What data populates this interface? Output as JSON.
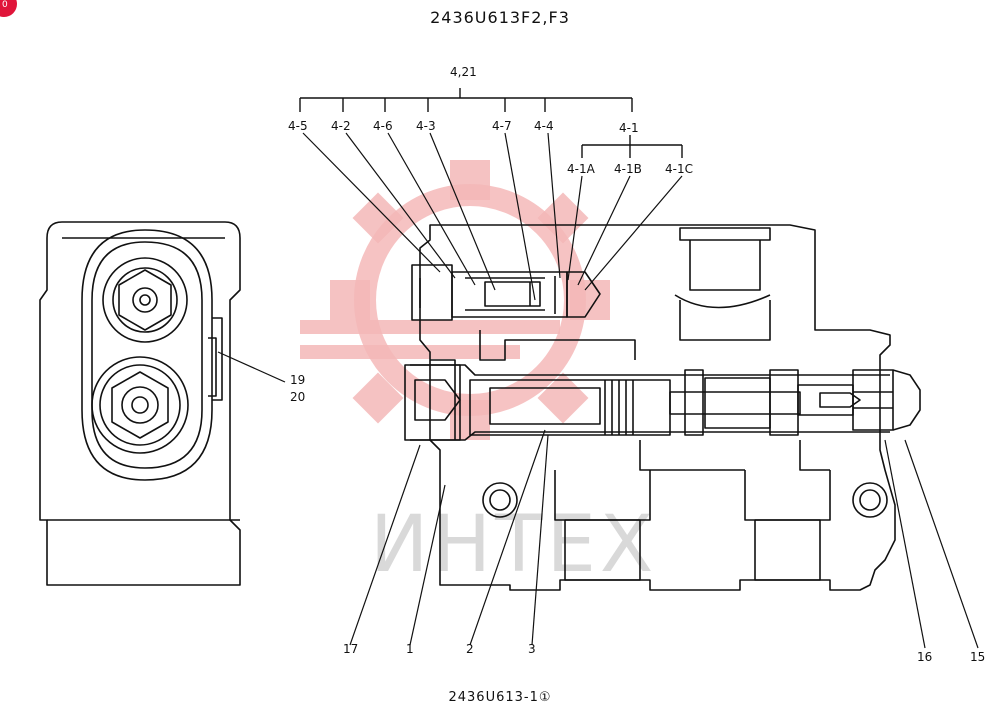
{
  "title": "2436U613F2,F3",
  "footer": "2436U613-1①",
  "watermark": {
    "text": "ИНТЕХ",
    "logo_color": "#f4b8b8",
    "text_color": "#d9d9d9"
  },
  "badge": {
    "text": "0",
    "color": "#e0153a"
  },
  "labels": {
    "group_4_21": "4,21",
    "l_4_5": "4-5",
    "l_4_2": "4-2",
    "l_4_6": "4-6",
    "l_4_3": "4-3",
    "l_4_7": "4-7",
    "l_4_4": "4-4",
    "l_4_1": "4-1",
    "l_4_1A": "4-1A",
    "l_4_1B": "4-1B",
    "l_4_1C": "4-1C",
    "l_19": "19",
    "l_20": "20",
    "l_17": "17",
    "l_1": "1",
    "l_2": "2",
    "l_3": "3",
    "l_16": "16",
    "l_15": "15"
  }
}
